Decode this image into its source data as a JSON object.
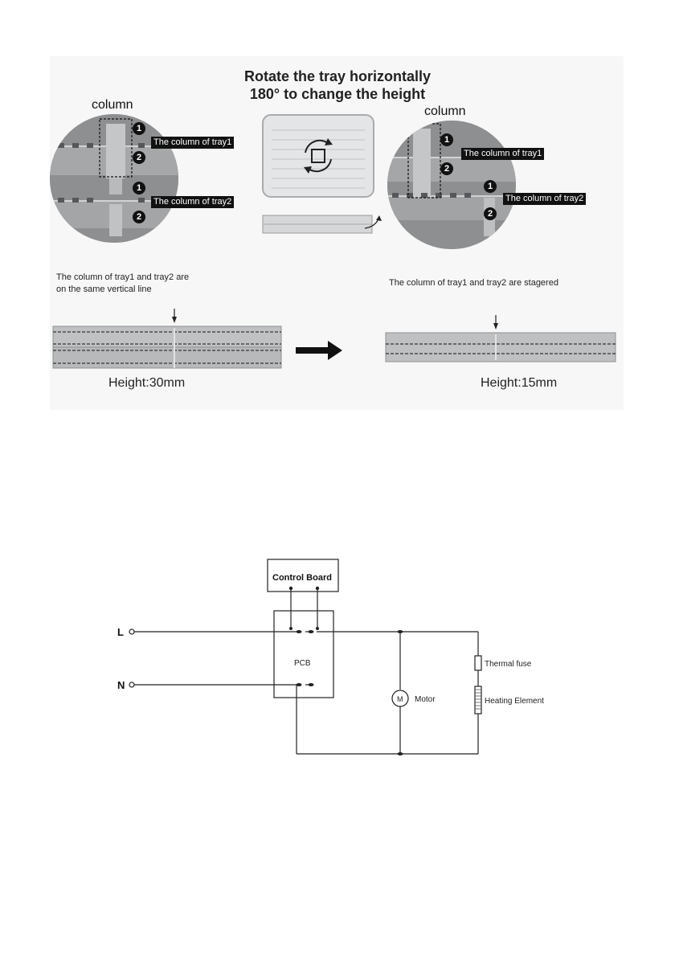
{
  "tray_instructions": {
    "title_line1": "Rotate the tray horizontally",
    "title_line2": "180° to change the height",
    "left_column_label": "column",
    "right_column_label": "column",
    "badge_1": "1",
    "badge_2": "2",
    "tray1_tag": "The column of tray1",
    "tray2_tag": "The column of tray2",
    "left_caption_line1": "The column of tray1 and tray2 are",
    "left_caption_line2": "on the same vertical line",
    "right_caption": "The column of tray1 and tray2 are stagered",
    "left_height": "Height:30mm",
    "right_height": "Height:15mm"
  },
  "circuit": {
    "control_board": "Control Board",
    "pcb": "PCB",
    "line_label": "L",
    "neutral_label": "N",
    "motor_symbol": "M",
    "motor": "Motor",
    "thermal_fuse": "Thermal fuse",
    "heating_element": "Heating Element"
  },
  "colors": {
    "photo_bg": "#f7f7f7",
    "circle_fill": "#8a8c8e",
    "tag_bg": "#111111",
    "wire": "#222222"
  }
}
